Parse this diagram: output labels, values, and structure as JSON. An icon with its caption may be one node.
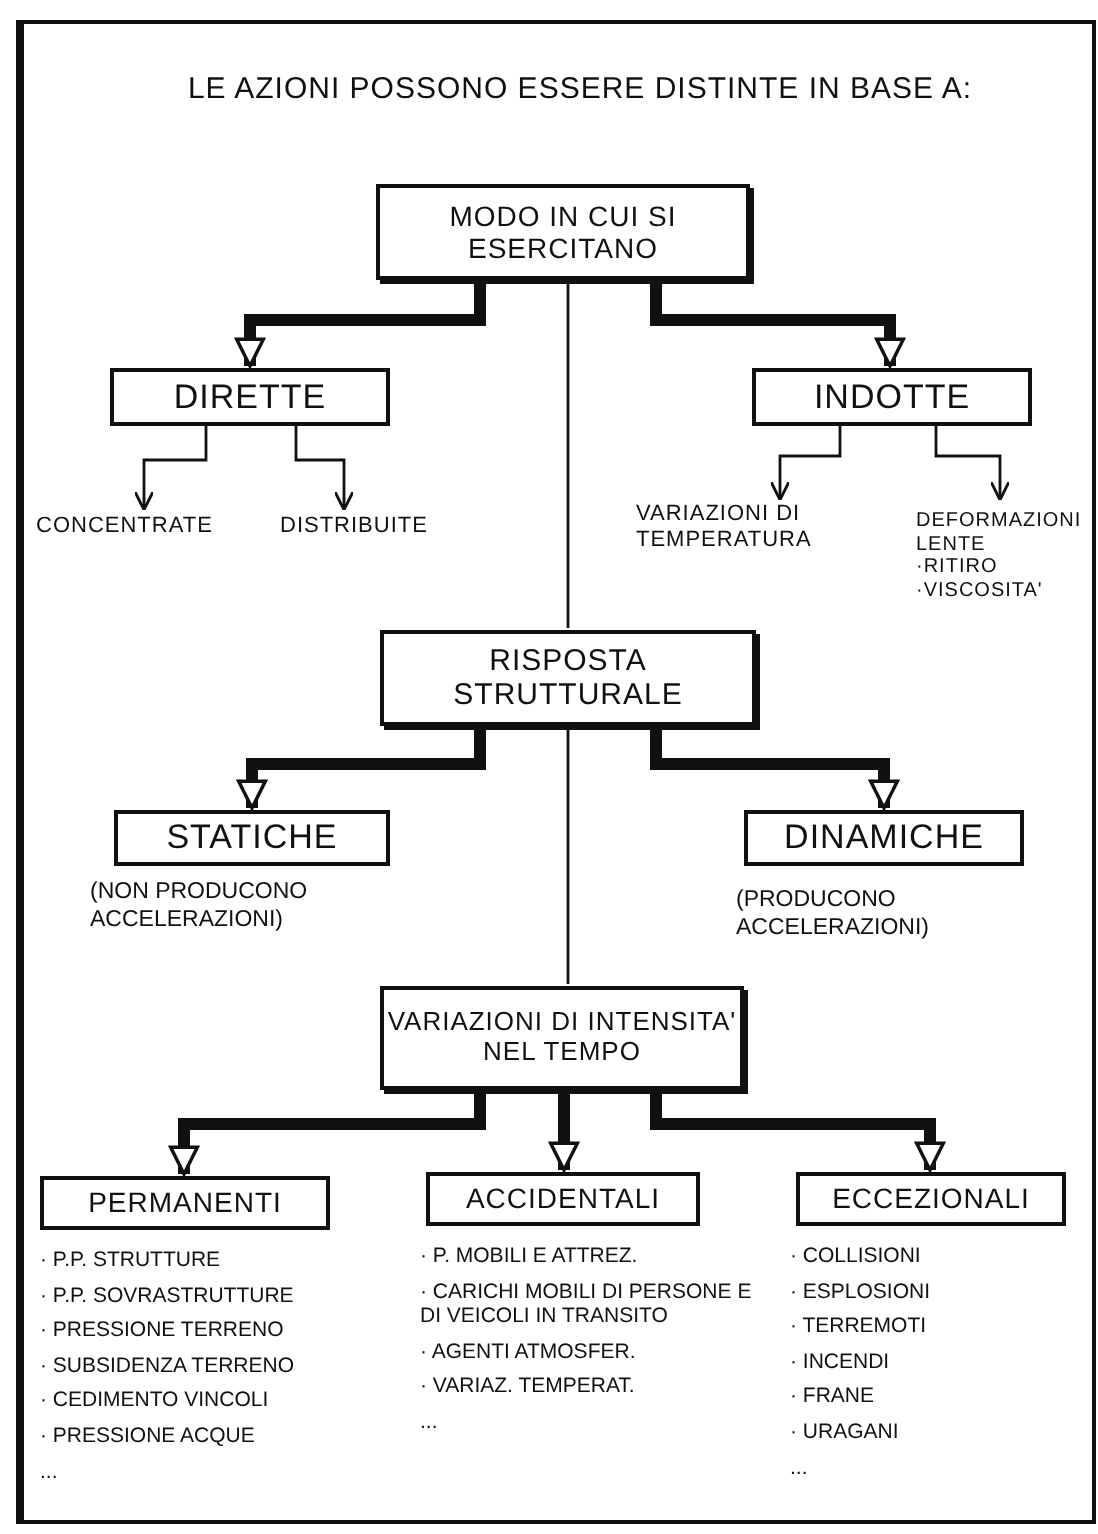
{
  "diagram": {
    "title": "LE AZIONI POSSONO ESSERE DISTINTE IN BASE A:",
    "nodes": [
      {
        "text": [
          "MODO IN CUI SI ESERCITANO"
        ]
      },
      {
        "text": [
          "DIRETTE"
        ]
      },
      {
        "text": [
          "INDOTTE"
        ]
      },
      {
        "text": [
          "CONCENTRATE"
        ]
      },
      {
        "text": [
          "DISTRIBUITE"
        ]
      },
      {
        "text": [
          "VARIAZIONI DI TEMPERATURA"
        ]
      },
      {
        "text": [
          "DEFORMAZIONI LENTE",
          "·RITIRO",
          "·VISCOSITA'"
        ]
      },
      {
        "text": [
          "RISPOSTA STRUTTURALE"
        ]
      },
      {
        "text": [
          "STATICHE"
        ],
        "beside": [
          "(NON PRODUCONO ACCELERAZIONI)"
        ]
      },
      {
        "text": [
          "DINAMICHE"
        ],
        "beside": [
          "(PRODUCONO ACCELERAZIONI)"
        ]
      },
      {
        "text": [
          "VARIAZIONI DI INTENSITA' NEL TEMPO"
        ]
      },
      {
        "text": [
          "PERMANENTI"
        ],
        "beside": [
          "· P.P. STRUTTURE",
          "· P.P. SOVRASTRUTTURE",
          "· PRESSIONE TERRENO",
          "· SUBSIDENZA TERRENO",
          "· CEDIMENTO VINCOLI",
          "· PRESSIONE ACQUE",
          "..."
        ]
      },
      {
        "text": [
          "ACCIDENTALI"
        ],
        "beside": [
          "· P. MOBILI E ATTREZ.",
          "· CARICHI MOBILI DI PERSONE E DI VEICOLI IN TRANSITO",
          "· AGENTI ATMOSFER.",
          "· VARIAZ. TEMPERAT.",
          "..."
        ]
      },
      {
        "text": [
          "ECCEZIONALI"
        ],
        "beside": [
          "· COLLISIONI",
          "· ESPLOSIONI",
          "· TERREMOTI",
          "· INCENDI",
          "· FRANE",
          "· URAGANI",
          "..."
        ]
      }
    ],
    "edges": [
      {
        "from": 0,
        "to": 1,
        "arrow": "to"
      },
      {
        "from": 0,
        "to": 2,
        "arrow": "to"
      },
      {
        "from": 1,
        "to": 3,
        "arrow": "to"
      },
      {
        "from": 1,
        "to": 4,
        "arrow": "to"
      },
      {
        "from": 2,
        "to": 5,
        "arrow": "to"
      },
      {
        "from": 2,
        "to": 6,
        "arrow": "to"
      },
      {
        "from": 0,
        "to": 7,
        "arrow": "none"
      },
      {
        "from": 7,
        "to": 8,
        "arrow": "to"
      },
      {
        "from": 7,
        "to": 9,
        "arrow": "to"
      },
      {
        "from": 7,
        "to": 10,
        "arrow": "none"
      },
      {
        "from": 10,
        "to": 11,
        "arrow": "to"
      },
      {
        "from": 10,
        "to": 12,
        "arrow": "to"
      },
      {
        "from": 10,
        "to": 13,
        "arrow": "to"
      }
    ]
  }
}
